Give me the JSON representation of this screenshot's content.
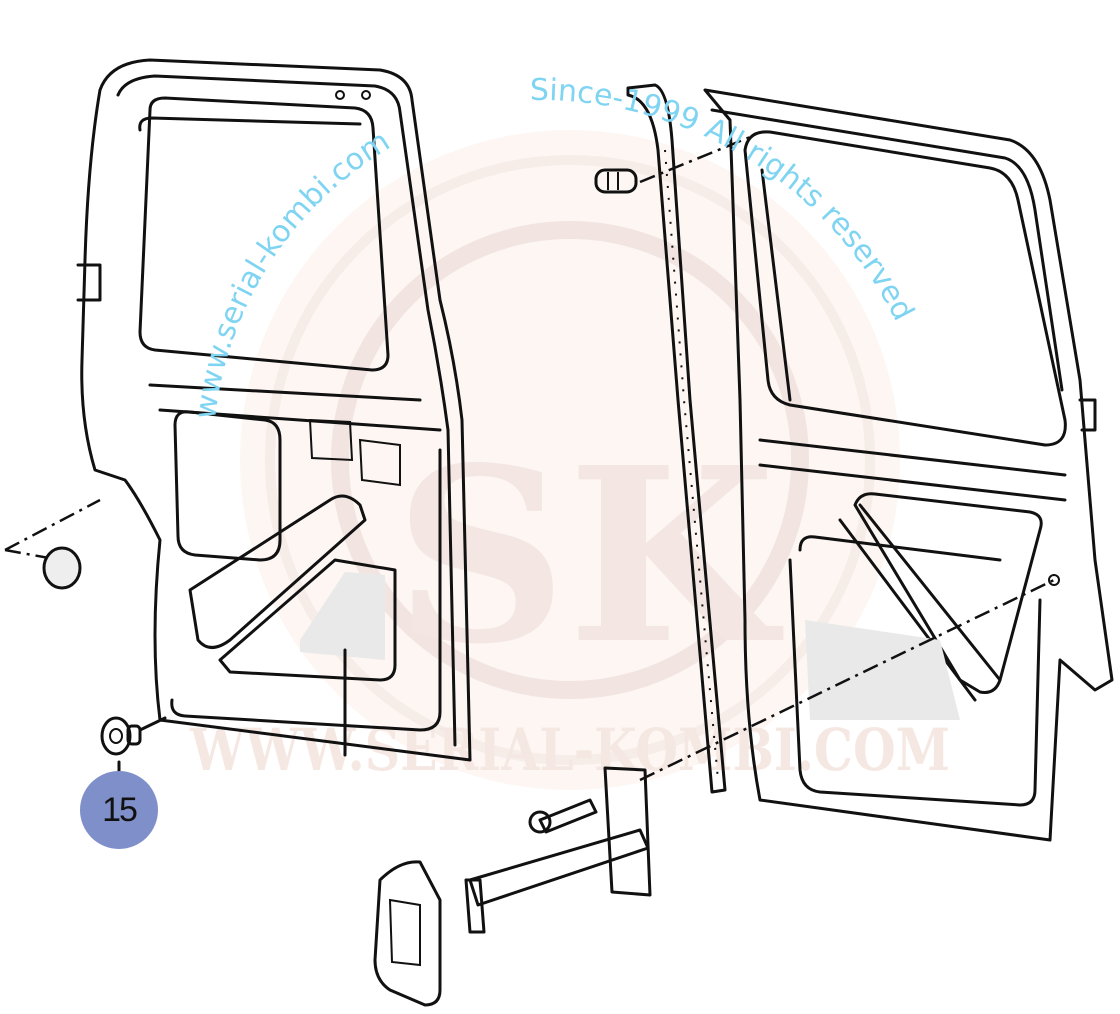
{
  "watermark": {
    "url_text": "www.serial-kombi.com",
    "copyright_text": "Since-1999 All rights reserved",
    "logo_text": "WWW.SERIAL-KOMBI.COM",
    "logo_monogram": "SK"
  },
  "callouts": [
    {
      "label": "15",
      "color": "#7f8fca"
    }
  ]
}
